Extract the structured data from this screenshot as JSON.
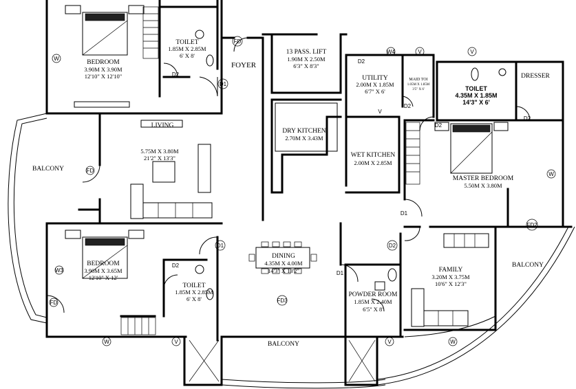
{
  "rooms": {
    "bedroom1": {
      "name": "BEDROOM",
      "dim_m": "3.90M X 3.90M",
      "dim_ft": "12'10\" X 12'10\""
    },
    "toilet1": {
      "name": "TOILET",
      "dim_m": "1.85M X 2.85M",
      "dim_ft": "6' X 8'"
    },
    "foyer": {
      "name": "FOYER"
    },
    "lift": {
      "name": "13 PASS. LIFT",
      "dim_m": "1.90M X 2.50M",
      "dim_ft": "6'3\" X 8'3\""
    },
    "utility": {
      "name": "UTILITY",
      "dim_m": "2.00M X 1.85M",
      "dim_ft": "6'7\" X 6'"
    },
    "maid_toilet": {
      "name": "MAID TOI",
      "dim_m": "1.05M X 1.85M",
      "dim_ft": "3'5\" X 6'"
    },
    "toilet_master": {
      "name": "TOILET",
      "dim_m": "4.35M X 1.85M",
      "dim_ft": "14'3\" X 6'"
    },
    "dresser": {
      "name": "DRESSER"
    },
    "living": {
      "name": "LIVING",
      "dim_m": "5.75M X 3.80M",
      "dim_ft": "21'2\" X 13'3\""
    },
    "dry_kitchen": {
      "name": "DRY KITCHEN",
      "dim_m": "2.70M X 3.43M"
    },
    "wet_kitchen": {
      "name": "WET KITCHEN",
      "dim_m": "2.00M X 2.85M"
    },
    "master_bedroom": {
      "name": "MASTER BEDROOM",
      "dim_m": "5.50M X 3.80M"
    },
    "balcony_left": {
      "name": "BALCONY"
    },
    "bedroom2": {
      "name": "BEDROOM",
      "dim_m": "3.90M X 3.65M",
      "dim_ft": "12'10\" X 12'"
    },
    "toilet2": {
      "name": "TOILET",
      "dim_m": "1.85M X 2.85M",
      "dim_ft": "6' X 8'"
    },
    "dining": {
      "name": "DINING",
      "dim_m": "4.35M X 4.00M",
      "dim_ft": "14'3\" X 13'2\""
    },
    "powder_room": {
      "name": "POWDER ROOM",
      "dim_m": "1.85M X 2.40M",
      "dim_ft": "6'5\" X 8'"
    },
    "family": {
      "name": "FAMILY",
      "dim_m": "3.20M X 3.75M",
      "dim_ft": "10'6\" X 12'3\""
    },
    "balcony_right": {
      "name": "BALCONY"
    },
    "balcony_bottom": {
      "name": "BALCONY"
    }
  },
  "tags": {
    "fd": "FD",
    "fd2": "FD2",
    "fd3": "FD3",
    "d1": "D1",
    "d2": "D2",
    "w": "W",
    "w3": "W3",
    "w4": "W4",
    "v": "V"
  }
}
